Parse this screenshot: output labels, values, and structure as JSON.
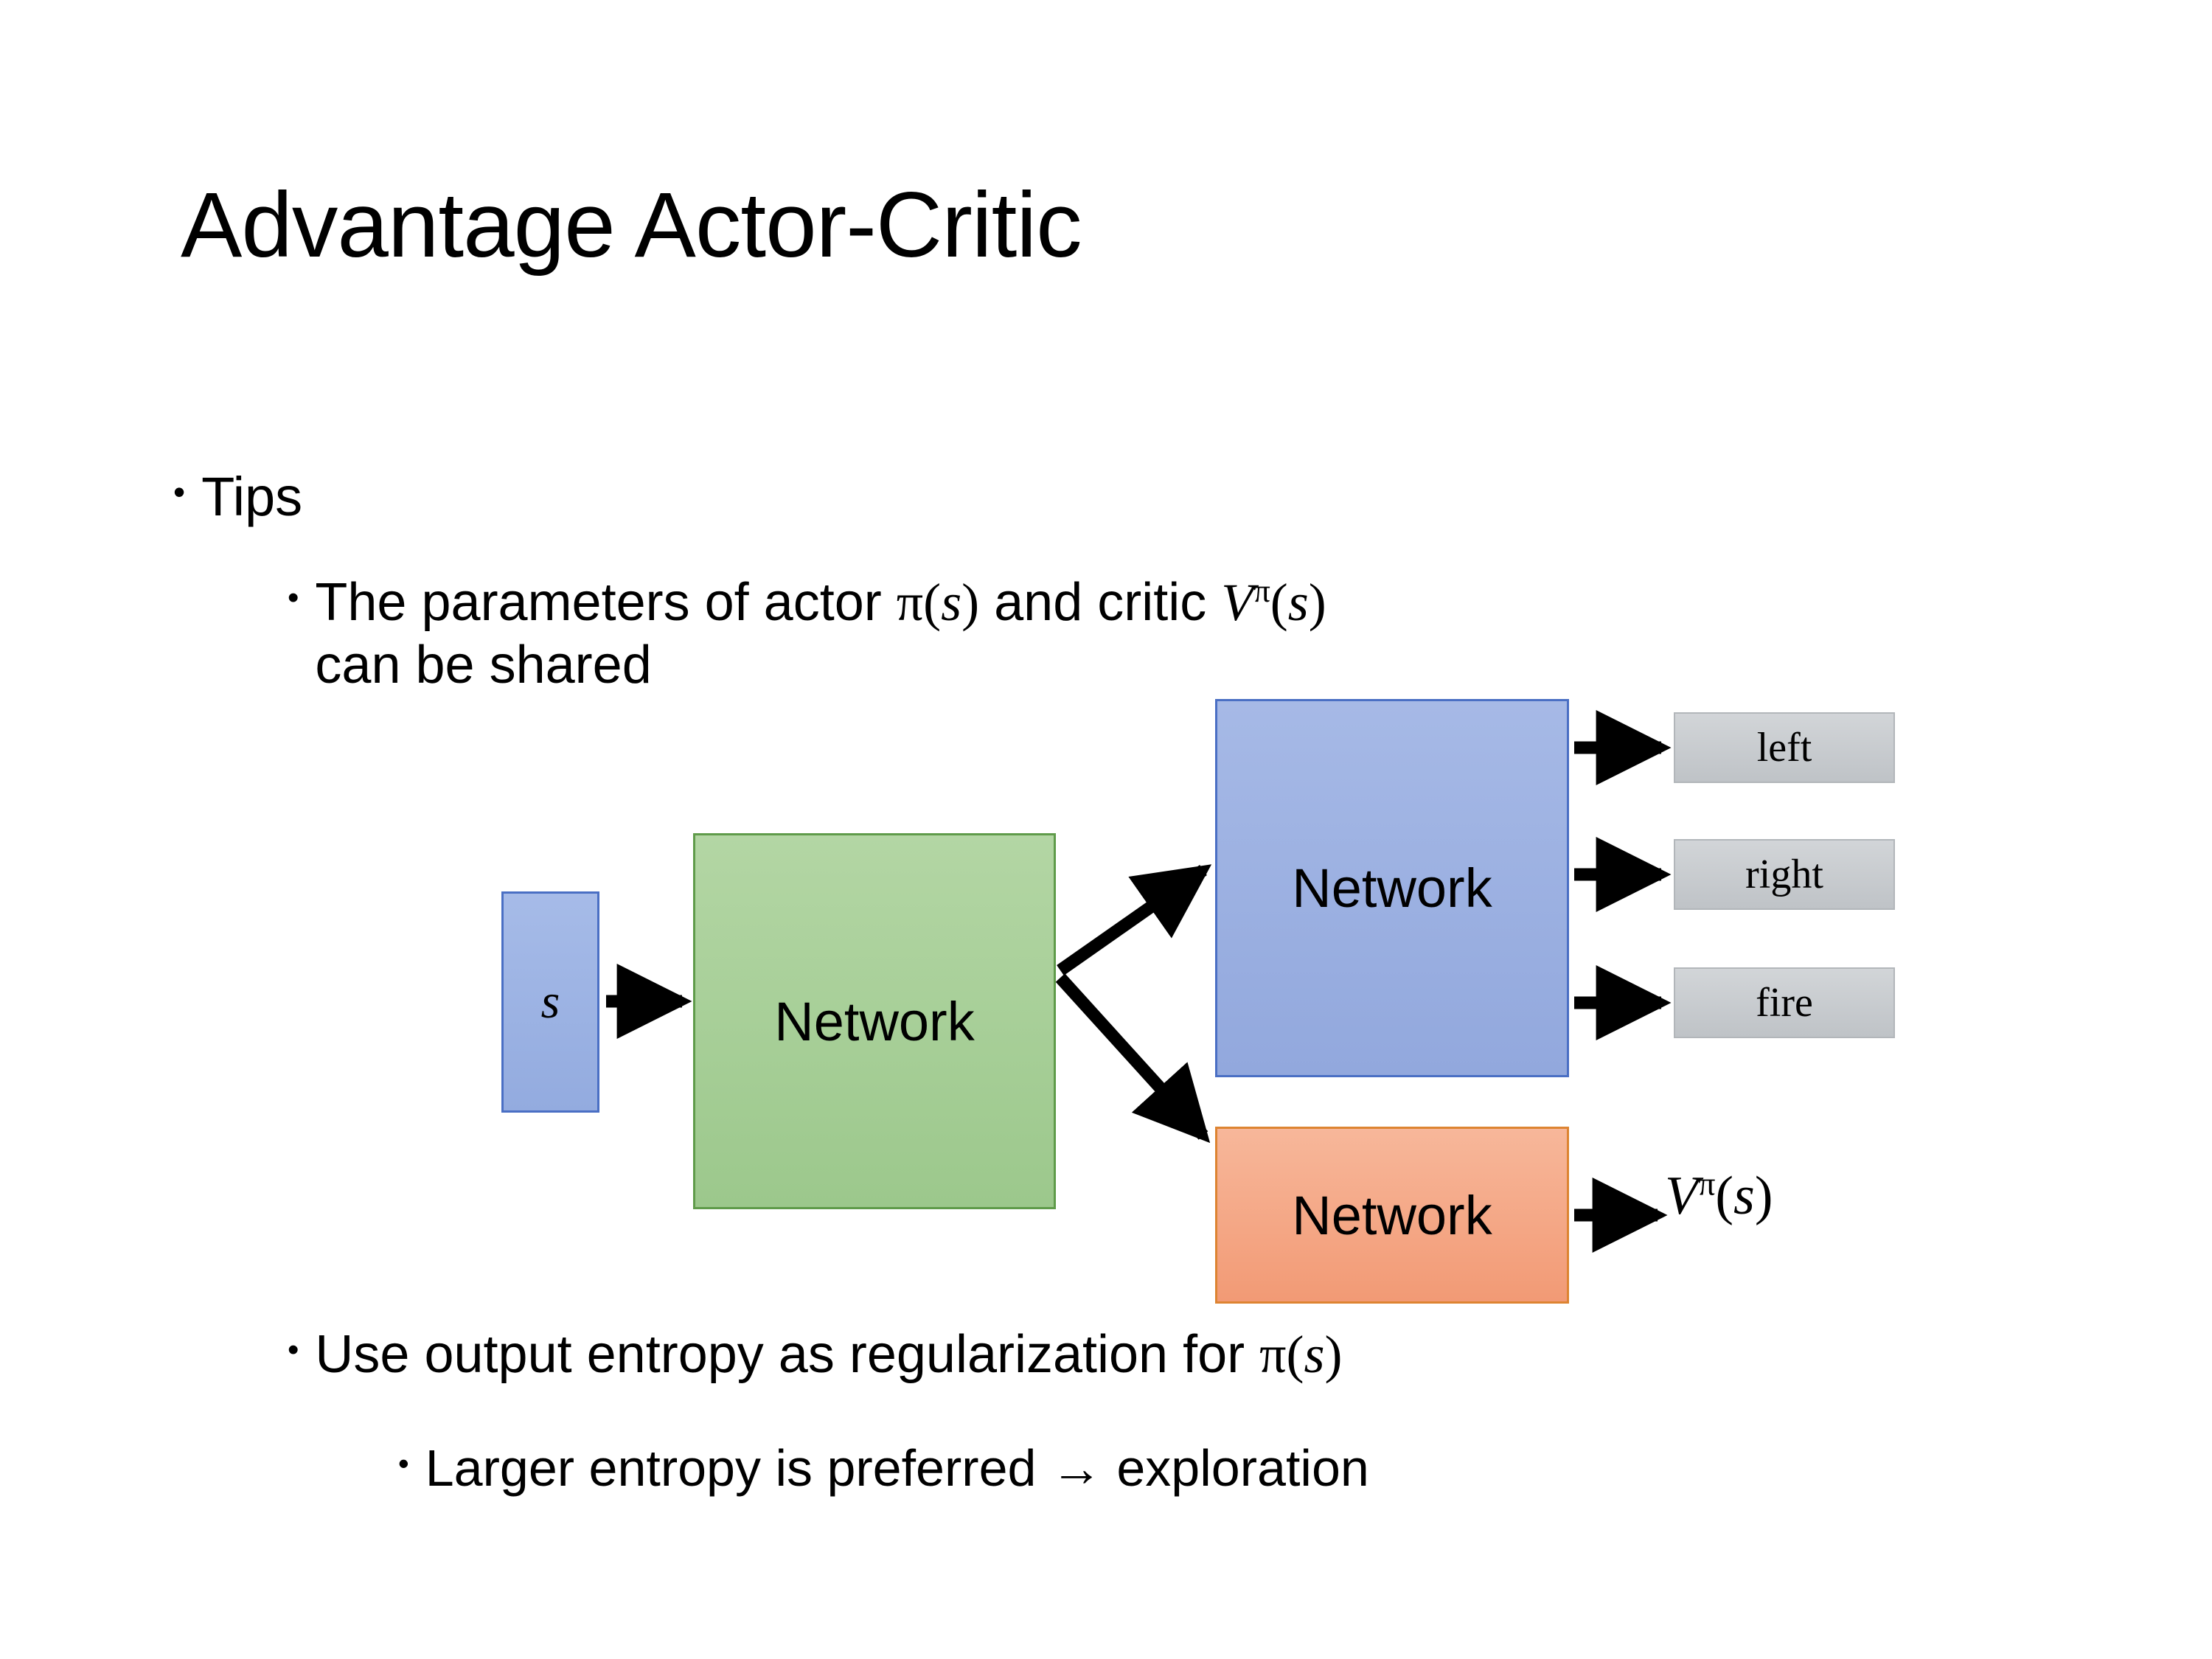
{
  "slide": {
    "title": "Advantage Actor-Critic",
    "background_color": "#ffffff"
  },
  "bullets": {
    "tips": {
      "marker": "•",
      "text": "Tips"
    },
    "shared_params": {
      "marker": "•",
      "text_before_pi": "The parameters of actor ",
      "pi_symbol": "π",
      "paren_open": "(",
      "state_symbol": "s",
      "paren_close": ")",
      "text_middle": "  and critic ",
      "v_symbol": "V",
      "v_superscript": "π",
      "line_two": "can be shared",
      "full_text": "The parameters of actor π(s)  and critic Vπ(s) can be shared"
    },
    "entropy": {
      "marker": "•",
      "text_before_pi": "Use output entropy as regularization for ",
      "pi_symbol": "π",
      "paren_open": "(",
      "state_symbol": "s",
      "paren_close": ")",
      "full_text": "Use output entropy as regularization for π(s)"
    },
    "larger_entropy": {
      "marker": "•",
      "text": "Larger entropy is preferred → exploration"
    }
  },
  "diagram": {
    "state_node": {
      "label": "s",
      "fill_color": "#9db0e0",
      "border_color": "#4a6fc4"
    },
    "shared_network": {
      "label": "Network",
      "fill_color": "#a6ce94",
      "border_color": "#5f9b4a"
    },
    "actor_network": {
      "label": "Network",
      "fill_color": "#9db0e0",
      "border_color": "#4a6fc4"
    },
    "critic_network": {
      "label": "Network",
      "fill_color": "#f4a582",
      "border_color": "#dd8432"
    },
    "action_outputs": [
      {
        "label": "left",
        "fill_color": "#c8cccf"
      },
      {
        "label": "right",
        "fill_color": "#c8cccf"
      },
      {
        "label": "fire",
        "fill_color": "#c8cccf"
      }
    ],
    "critic_output": {
      "v_symbol": "V",
      "v_superscript": "π",
      "paren_open": "(",
      "state_symbol": "s",
      "paren_close": ")",
      "full_text": "Vπ(s)"
    },
    "arrow_color": "#000000"
  }
}
